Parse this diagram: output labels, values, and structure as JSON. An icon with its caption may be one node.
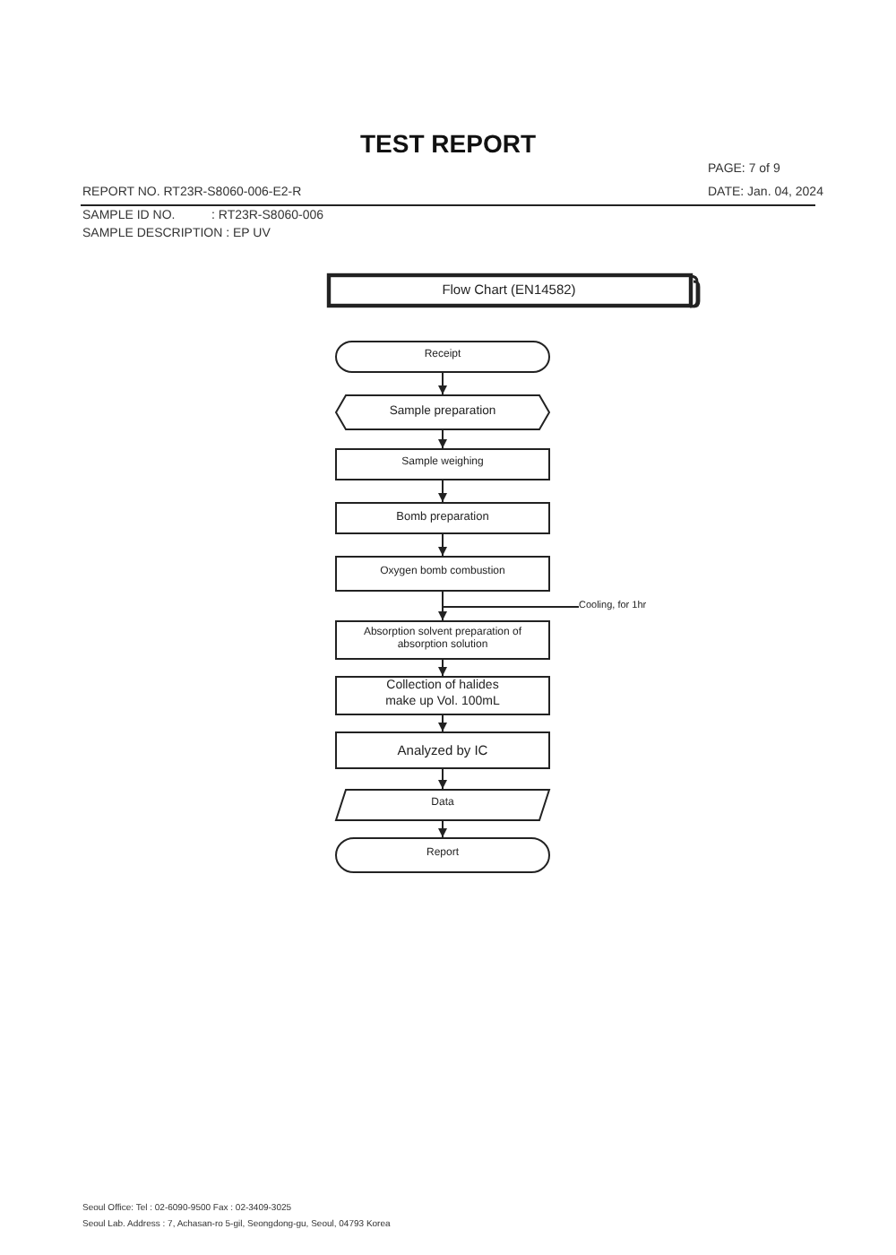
{
  "diagram": {
    "title": "TEST REPORT",
    "nodes": [
      {
        "text": [
          "Flow Chart (EN14582)"
        ]
      },
      {
        "text": [
          "Receipt"
        ]
      },
      {
        "text": [
          "Sample preparation"
        ]
      },
      {
        "text": [
          "Sample weighing"
        ]
      },
      {
        "text": [
          "Bomb preparation"
        ]
      },
      {
        "text": [
          "Oxygen bomb combustion"
        ]
      },
      {
        "text": [
          "Absorption solvent preparation of absorption solution"
        ]
      },
      {
        "text": [
          "Collection of halides make up Vol. 100mL"
        ]
      },
      {
        "text": [
          "Analyzed by IC"
        ]
      },
      {
        "text": [
          "Data"
        ]
      },
      {
        "text": [
          "Report"
        ]
      },
      {
        "text": [
          "Cooling, for 1hr"
        ]
      }
    ],
    "edges": [
      {
        "from": 1,
        "to": 2,
        "arrow": "to"
      },
      {
        "from": 2,
        "to": 3,
        "arrow": "to"
      },
      {
        "from": 3,
        "to": 4,
        "arrow": "to"
      },
      {
        "from": 4,
        "to": 5,
        "arrow": "to"
      },
      {
        "from": 5,
        "to": 6,
        "arrow": "to"
      },
      {
        "from": 6,
        "to": 7,
        "arrow": "to"
      },
      {
        "from": 7,
        "to": 8,
        "arrow": "to"
      },
      {
        "from": 8,
        "to": 9,
        "arrow": "to"
      },
      {
        "from": 9,
        "to": 10,
        "arrow": "to"
      },
      {
        "from": 11,
        "to": 5,
        "arrow": "none"
      }
    ],
    "labels": [
      "PAGE: 7 of 9",
      "REPORT NO. RT23R-S8060-006-E2-R",
      "DATE: Jan. 04, 2024",
      "SAMPLE ID NO.",
      ": RT23R-S8060-006",
      "SAMPLE DESCRIPTION : EP UV",
      "Seoul Office: Tel : 02-6090-9500 Fax : 02-3409-3025",
      "Seoul Lab. Address : 7, Achasan-ro 5-gil, Seongdong-gu, Seoul, 04793 Korea"
    ]
  }
}
